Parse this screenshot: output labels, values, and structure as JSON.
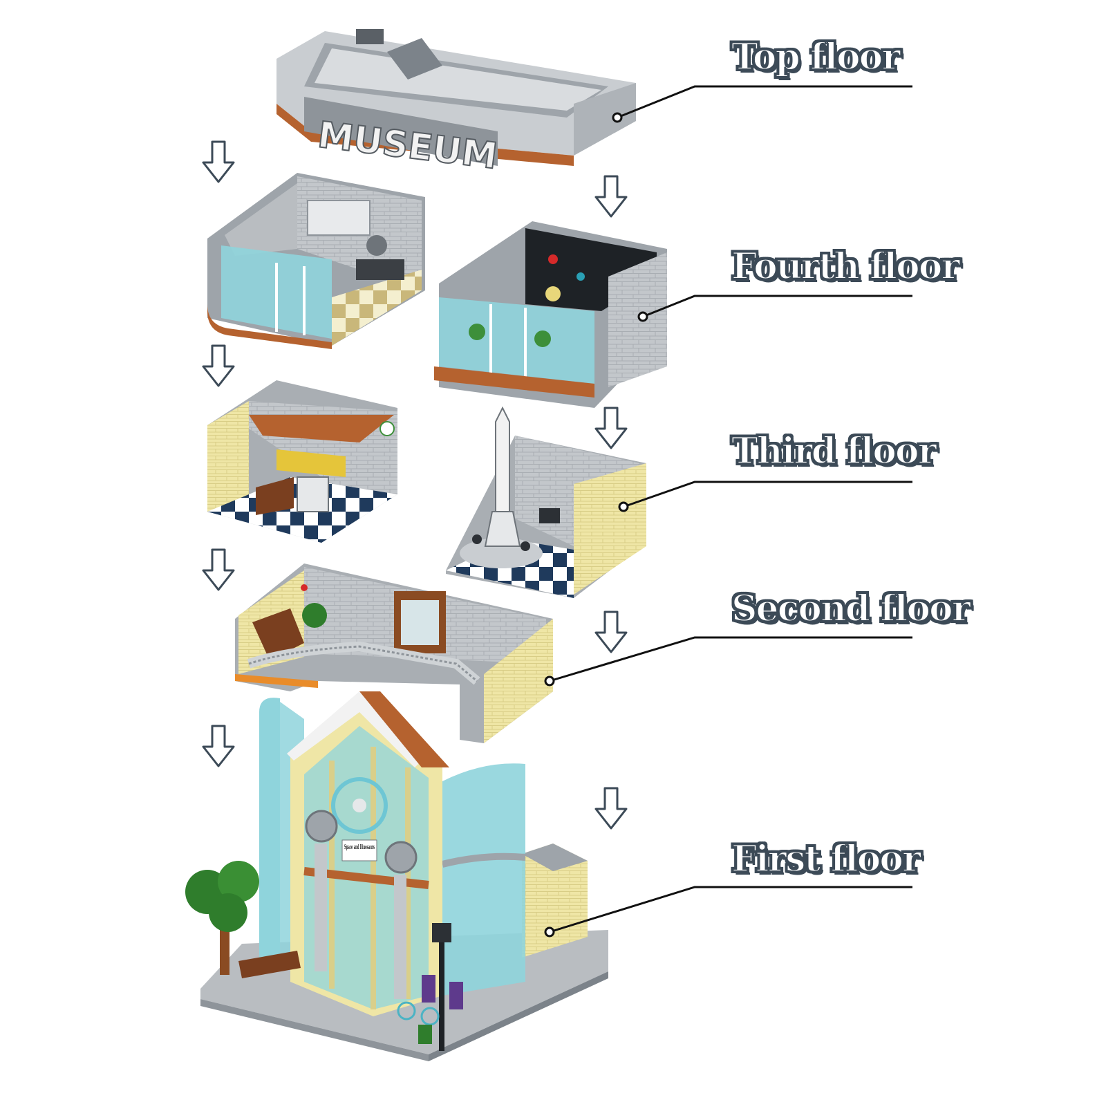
{
  "labels": {
    "top": "Top floor",
    "fourth": "Fourth floor",
    "third": "Third floor",
    "second": "Second floor",
    "first": "First floor"
  },
  "sign": {
    "museum": "MUSEUM",
    "space_and_dinosaurs": "Space and Dinosaurs"
  },
  "colors": {
    "label_outline": "#3c4a57",
    "leader_line": "#111111",
    "arrow_stroke": "#3c4a57",
    "brick_gray": "#b9bdc1",
    "dark_gray": "#6e747a",
    "glass": "#8fd4dc",
    "trim_brown": "#b5622f",
    "cream": "#efe6a6",
    "floor_navy": "#1f3a5c"
  },
  "icons": [
    "down-arrow-icon",
    "leader-dot-icon"
  ]
}
